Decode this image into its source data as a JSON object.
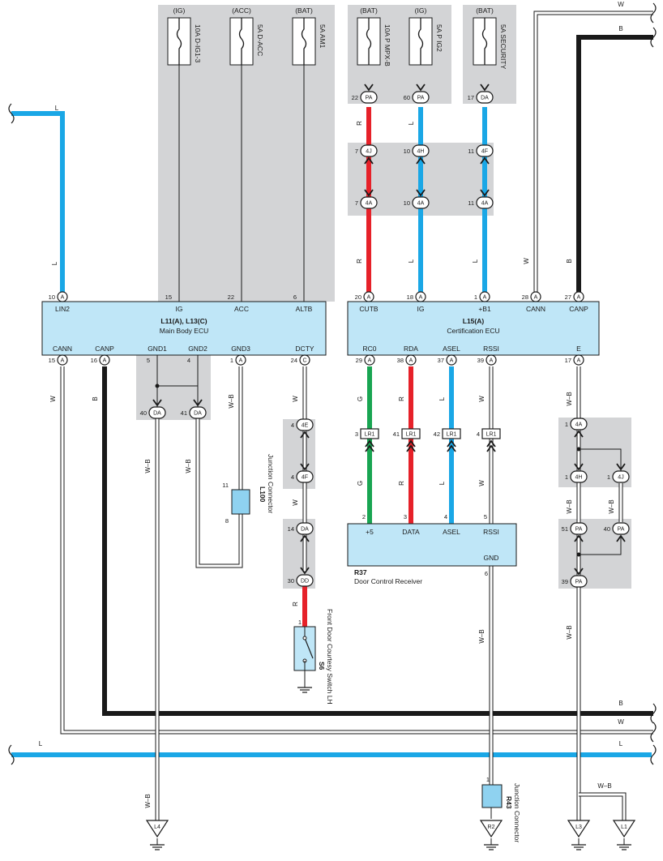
{
  "colors": {
    "blue": "#1aa7e6",
    "red": "#e62129",
    "green": "#19a552",
    "black": "#1a1a1a",
    "gray_area": "#d3d4d6",
    "ecu_fill": "#bfe6f7",
    "junction_fill": "#8fd2f0"
  },
  "supplies": [
    {
      "id": "ig1",
      "label": "(IG)",
      "fuse": "10A D-IG1-3"
    },
    {
      "id": "acc",
      "label": "(ACC)",
      "fuse": "5A D-ACC"
    },
    {
      "id": "am1",
      "label": "(BAT)",
      "fuse": "5A AM1"
    },
    {
      "id": "mpxb",
      "label": "(BAT)",
      "fuse": "10A P MPX-B"
    },
    {
      "id": "ig2",
      "label": "(IG)",
      "fuse": "5A P IG2"
    },
    {
      "id": "sec",
      "label": "(BAT)",
      "fuse": "5A SECURITY"
    }
  ],
  "main_ecu": {
    "code": "L11(A), L13(C)",
    "name": "Main Body ECU",
    "top_pins": [
      {
        "num": "10",
        "conn": "A",
        "name": "LIN2"
      },
      {
        "num": "15",
        "conn": "",
        "name": "IG"
      },
      {
        "num": "22",
        "conn": "",
        "name": "ACC"
      },
      {
        "num": "6",
        "conn": "",
        "name": "ALTB"
      }
    ],
    "bottom_pins": [
      {
        "num": "15",
        "conn": "A",
        "name": "CANN"
      },
      {
        "num": "16",
        "conn": "A",
        "name": "CANP"
      },
      {
        "num": "5",
        "conn": "",
        "name": "GND1"
      },
      {
        "num": "4",
        "conn": "",
        "name": "GND2"
      },
      {
        "num": "1",
        "conn": "A",
        "name": "GND3"
      },
      {
        "num": "24",
        "conn": "C",
        "name": "DCTY"
      }
    ]
  },
  "cert_ecu": {
    "code": "L15(A)",
    "name": "Certification ECU",
    "top_pins": [
      {
        "num": "20",
        "conn": "A",
        "name": "CUTB"
      },
      {
        "num": "18",
        "conn": "A",
        "name": "IG"
      },
      {
        "num": "1",
        "conn": "A",
        "name": "+B1"
      },
      {
        "num": "28",
        "conn": "A",
        "name": "CANN"
      },
      {
        "num": "27",
        "conn": "A",
        "name": "CANP"
      }
    ],
    "bottom_pins": [
      {
        "num": "29",
        "conn": "A",
        "name": "RC0"
      },
      {
        "num": "38",
        "conn": "A",
        "name": "RDA"
      },
      {
        "num": "37",
        "conn": "A",
        "name": "ASEL"
      },
      {
        "num": "39",
        "conn": "A",
        "name": "RSSI"
      },
      {
        "num": "17",
        "conn": "A",
        "name": "E"
      }
    ]
  },
  "receiver": {
    "code": "R37",
    "name": "Door Control Receiver",
    "top_pins": [
      {
        "num": "2",
        "name": "+5"
      },
      {
        "num": "3",
        "name": "DATA"
      },
      {
        "num": "4",
        "name": "ASEL"
      },
      {
        "num": "5",
        "name": "RSSI"
      }
    ],
    "gnd_pin": {
      "num": "6",
      "name": "GND"
    }
  },
  "junctions": [
    {
      "code": "L100",
      "name": "Junction Connector",
      "pin_top": "11",
      "pin_bottom": "8"
    },
    {
      "code": "R43",
      "name": "Junction Connector",
      "pin_top": "1"
    }
  ],
  "switch": {
    "code": "S6",
    "name": "Front Door Courtesy Switch LH",
    "pin": "1"
  },
  "connectors": [
    {
      "id": "pa22",
      "num": "22",
      "conn": "PA"
    },
    {
      "id": "pa60",
      "num": "60",
      "conn": "PA"
    },
    {
      "id": "da17",
      "num": "17",
      "conn": "DA"
    },
    {
      "id": "j4j",
      "num": "7",
      "conn": "4J"
    },
    {
      "id": "j4h",
      "num": "10",
      "conn": "4H"
    },
    {
      "id": "j4f",
      "num": "11",
      "conn": "4F"
    },
    {
      "id": "a4a7",
      "num": "7",
      "conn": "4A"
    },
    {
      "id": "a4a10",
      "num": "10",
      "conn": "4A"
    },
    {
      "id": "a4a11",
      "num": "11",
      "conn": "4A"
    },
    {
      "id": "da40",
      "num": "40",
      "conn": "DA"
    },
    {
      "id": "da41",
      "num": "41",
      "conn": "DA"
    },
    {
      "id": "e4",
      "num": "4",
      "conn": "4E"
    },
    {
      "id": "f4",
      "num": "4",
      "conn": "4F"
    },
    {
      "id": "da14",
      "num": "14",
      "conn": "DA"
    },
    {
      "id": "dd30",
      "num": "30",
      "conn": "DD"
    },
    {
      "id": "lr3",
      "num": "3",
      "conn": "LR1"
    },
    {
      "id": "lr41",
      "num": "41",
      "conn": "LR1"
    },
    {
      "id": "lr42",
      "num": "42",
      "conn": "LR1"
    },
    {
      "id": "lr4",
      "num": "4",
      "conn": "LR1"
    },
    {
      "id": "g4a1",
      "num": "1",
      "conn": "4A"
    },
    {
      "id": "g4h1",
      "num": "1",
      "conn": "4H"
    },
    {
      "id": "g4j1",
      "num": "1",
      "conn": "4J"
    },
    {
      "id": "pa51",
      "num": "51",
      "conn": "PA"
    },
    {
      "id": "pa40",
      "num": "40",
      "conn": "PA"
    },
    {
      "id": "pa39",
      "num": "39",
      "conn": "PA"
    }
  ],
  "wire_labels": {
    "L": "L",
    "R": "R",
    "W": "W",
    "B": "B",
    "G": "G",
    "WB": "W–B"
  },
  "grounds": [
    "L4",
    "R2",
    "L3",
    "L1"
  ]
}
